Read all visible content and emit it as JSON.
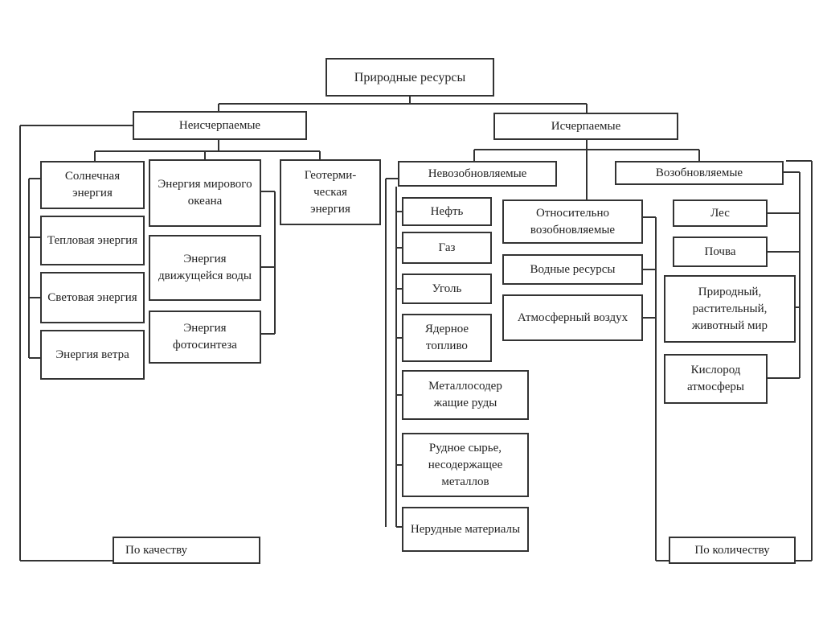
{
  "title": "Природные ресурсы",
  "groups": {
    "inexhaustible": "Неисчерпаемые",
    "exhaustible": "Исчерпаемые",
    "nonrenewable": "Невозобновляемые",
    "renewable": "Возобновляемые",
    "relatively_renewable": "Относительно возобновляемые"
  },
  "inexhaustible_items": {
    "solar": "Солнечная энергия",
    "thermal": "Тепловая энергия",
    "light": "Световая энергия",
    "wind": "Энергия ветра",
    "ocean": "Энергия мирового океана",
    "moving_water": "Энергия движущейся воды",
    "photosynthesis": "Энергия фотосинтеза",
    "geothermal": "Геотерми-\nческая\nэнергия"
  },
  "nonrenewable_items": {
    "oil": "Нефть",
    "gas": "Газ",
    "coal": "Уголь",
    "nuclear": "Ядерное топливо",
    "metal_ores": "Металлосодер\nжащие руды",
    "ore_raw": "Рудное сырье, несодержащее металлов",
    "nonmetal": "Нерудные материалы"
  },
  "relative_items": {
    "water": "Водные ресурсы",
    "air": "Атмосферный воздух"
  },
  "renewable_items": {
    "forest": "Лес",
    "soil": "Почва",
    "flora_fauna": "Природный, растительный, животный мир",
    "oxygen": "Кислород атмосферы"
  },
  "axis_labels": {
    "quality": "По качеству",
    "quantity": "По количеству"
  }
}
